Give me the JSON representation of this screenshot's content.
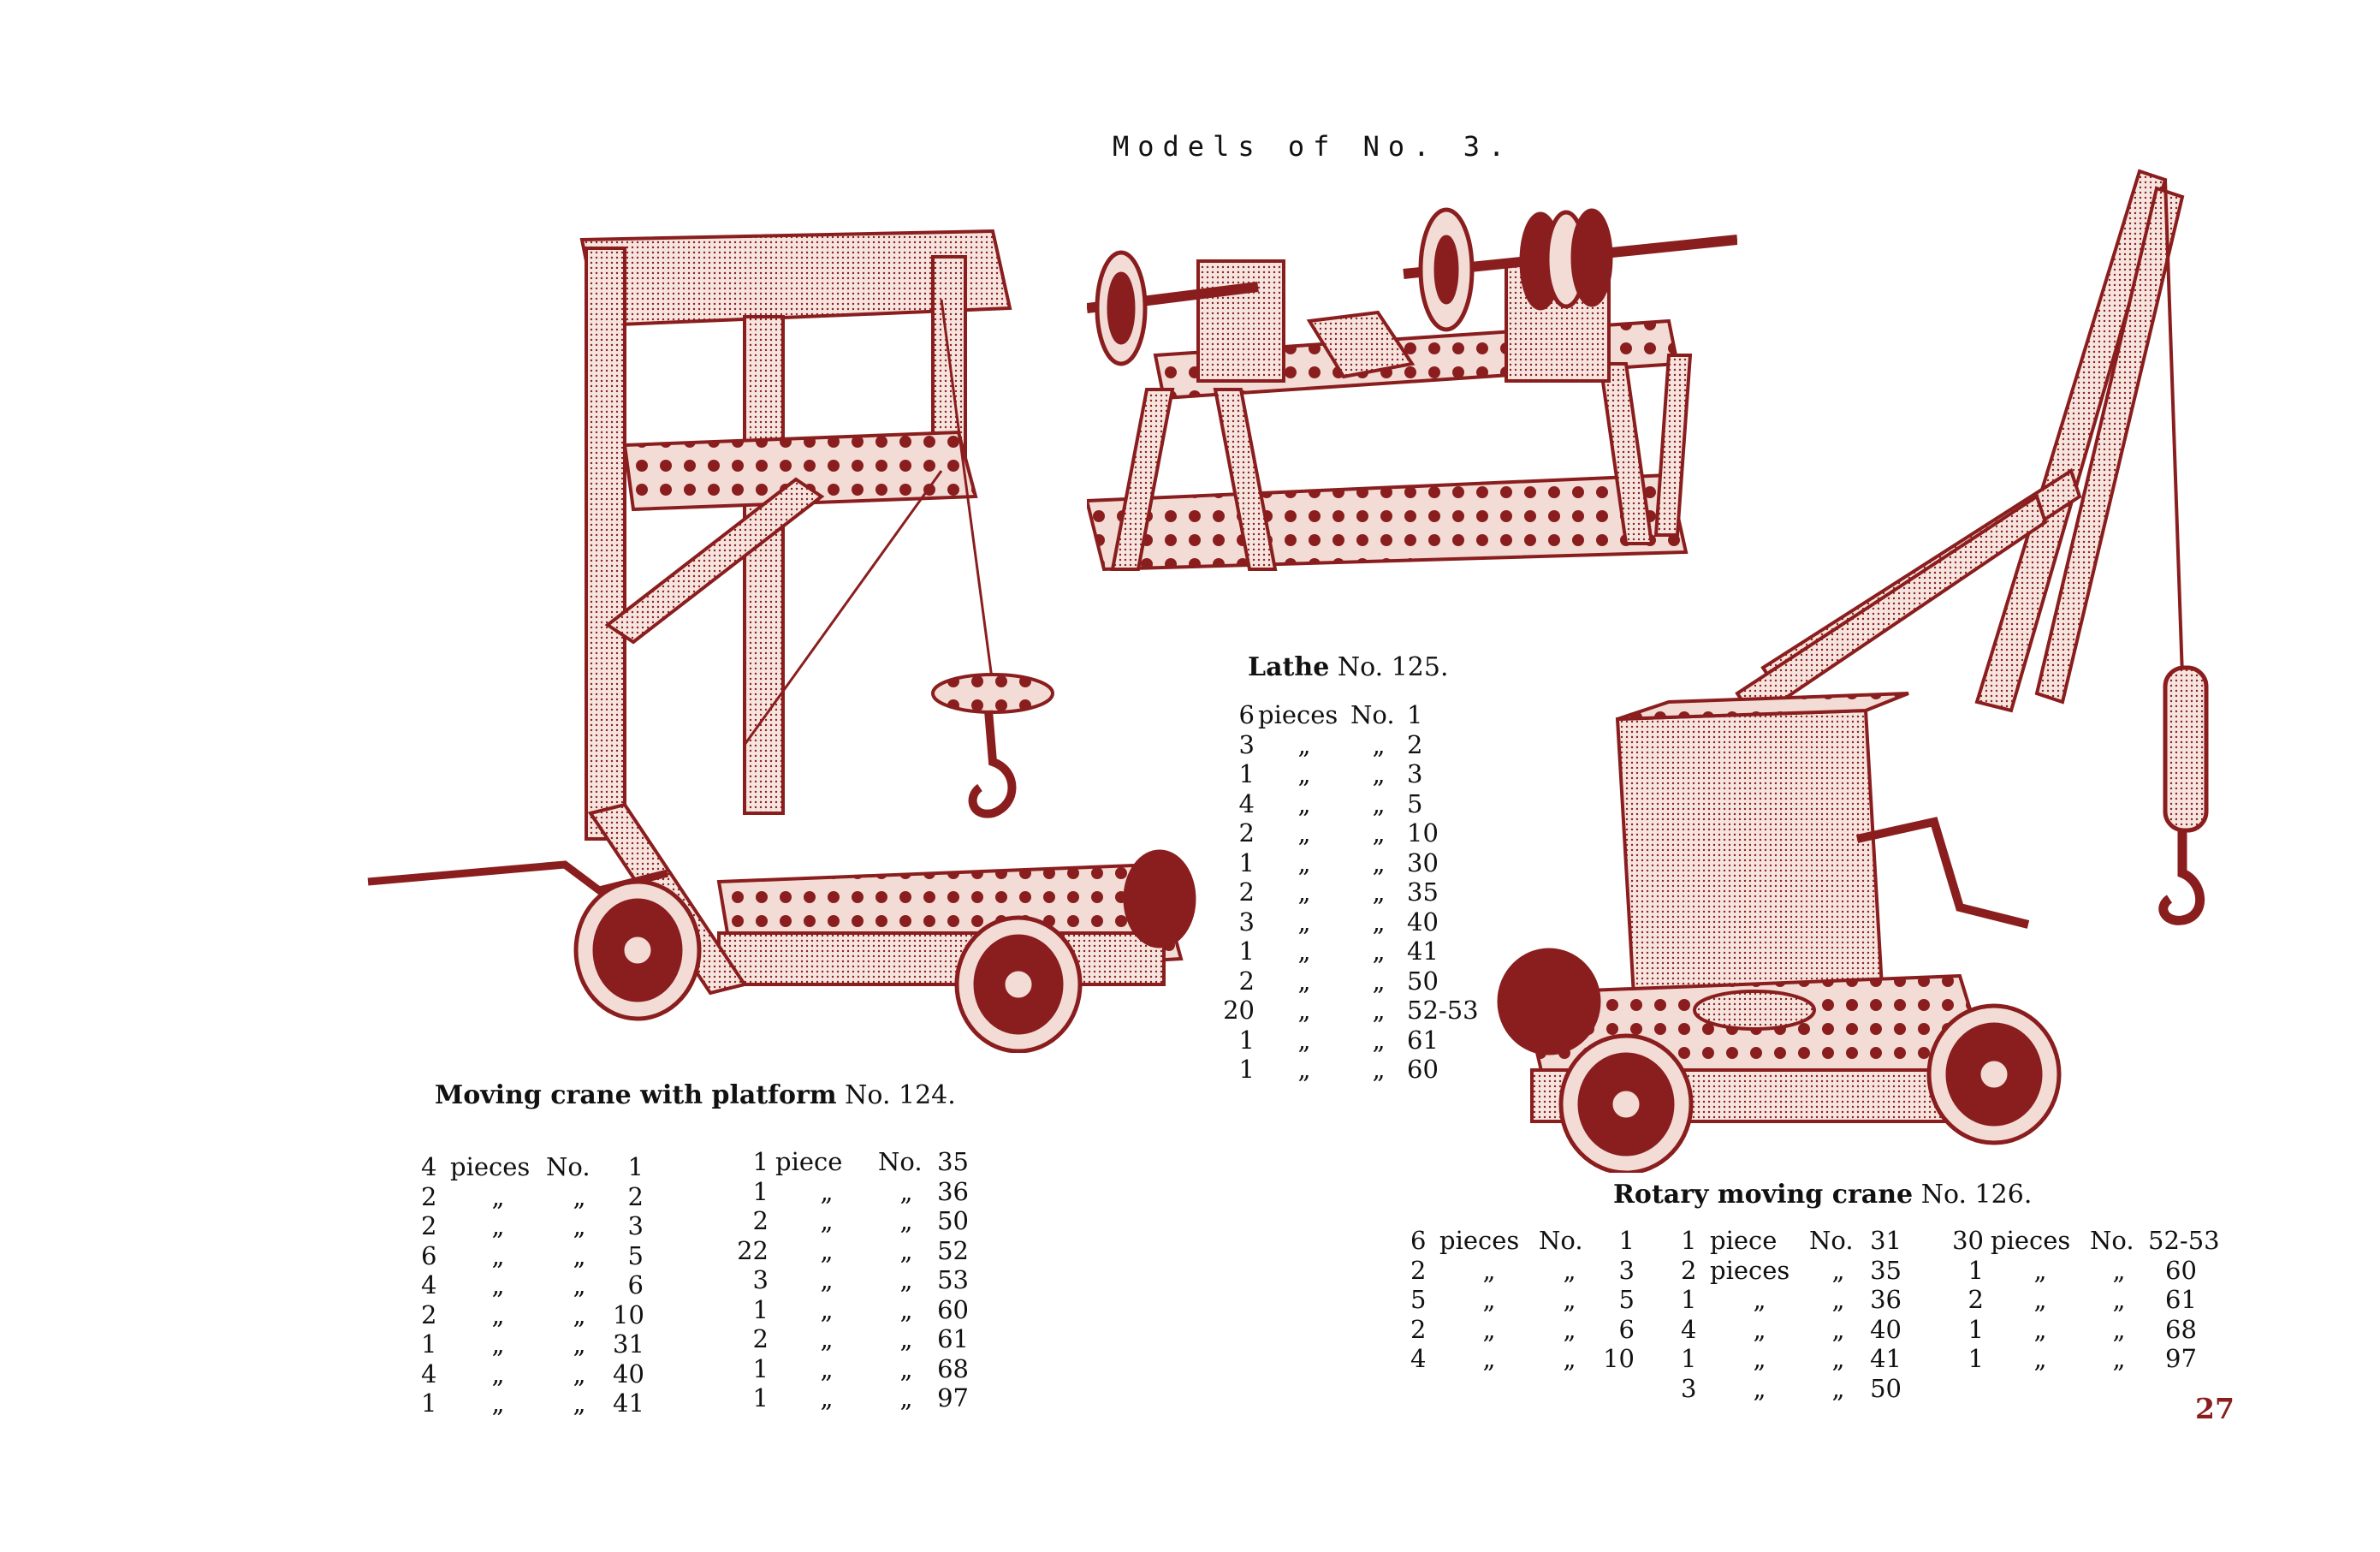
{
  "page": {
    "title": "Models of No. 3.",
    "page_number": "27",
    "ink_color": "#8a1e1e"
  },
  "models": [
    {
      "name": "Moving crane with platform",
      "number": "No. 124.",
      "parts_columns": [
        [
          {
            "qty": "4",
            "unit": "pieces",
            "no_label": "No.",
            "part": "1"
          },
          {
            "qty": "2",
            "unit": "„",
            "no_label": "„",
            "part": "2"
          },
          {
            "qty": "2",
            "unit": "„",
            "no_label": "„",
            "part": "3"
          },
          {
            "qty": "6",
            "unit": "„",
            "no_label": "„",
            "part": "5"
          },
          {
            "qty": "4",
            "unit": "„",
            "no_label": "„",
            "part": "6"
          },
          {
            "qty": "2",
            "unit": "„",
            "no_label": "„",
            "part": "10"
          },
          {
            "qty": "1",
            "unit": "„",
            "no_label": "„",
            "part": "31"
          },
          {
            "qty": "4",
            "unit": "„",
            "no_label": "„",
            "part": "40"
          },
          {
            "qty": "1",
            "unit": "„",
            "no_label": "„",
            "part": "41"
          }
        ],
        [
          {
            "qty": "1",
            "unit": "piece",
            "no_label": "No.",
            "part": "35"
          },
          {
            "qty": "1",
            "unit": "„",
            "no_label": "„",
            "part": "36"
          },
          {
            "qty": "2",
            "unit": "„",
            "no_label": "„",
            "part": "50"
          },
          {
            "qty": "22",
            "unit": "„",
            "no_label": "„",
            "part": "52"
          },
          {
            "qty": "3",
            "unit": "„",
            "no_label": "„",
            "part": "53"
          },
          {
            "qty": "1",
            "unit": "„",
            "no_label": "„",
            "part": "60"
          },
          {
            "qty": "2",
            "unit": "„",
            "no_label": "„",
            "part": "61"
          },
          {
            "qty": "1",
            "unit": "„",
            "no_label": "„",
            "part": "68"
          },
          {
            "qty": "1",
            "unit": "„",
            "no_label": "„",
            "part": "97"
          }
        ]
      ]
    },
    {
      "name": "Lathe",
      "number": "No. 125.",
      "parts_columns": [
        [
          {
            "qty": "6",
            "unit": "pieces",
            "no_label": "No.",
            "part": "1"
          },
          {
            "qty": "3",
            "unit": "„",
            "no_label": "„",
            "part": "2"
          },
          {
            "qty": "1",
            "unit": "„",
            "no_label": "„",
            "part": "3"
          },
          {
            "qty": "4",
            "unit": "„",
            "no_label": "„",
            "part": "5"
          },
          {
            "qty": "2",
            "unit": "„",
            "no_label": "„",
            "part": "10"
          },
          {
            "qty": "1",
            "unit": "„",
            "no_label": "„",
            "part": "30"
          },
          {
            "qty": "2",
            "unit": "„",
            "no_label": "„",
            "part": "35"
          },
          {
            "qty": "3",
            "unit": "„",
            "no_label": "„",
            "part": "40"
          },
          {
            "qty": "1",
            "unit": "„",
            "no_label": "„",
            "part": "41"
          },
          {
            "qty": "2",
            "unit": "„",
            "no_label": "„",
            "part": "50"
          },
          {
            "qty": "20",
            "unit": "„",
            "no_label": "„",
            "part": "52-53"
          },
          {
            "qty": "1",
            "unit": "„",
            "no_label": "„",
            "part": "61"
          },
          {
            "qty": "1",
            "unit": "„",
            "no_label": "„",
            "part": "60"
          }
        ]
      ]
    },
    {
      "name": "Rotary moving crane",
      "number": "No. 126.",
      "parts_columns": [
        [
          {
            "qty": "6",
            "unit": "pieces",
            "no_label": "No.",
            "part": "1"
          },
          {
            "qty": "2",
            "unit": "„",
            "no_label": "„",
            "part": "3"
          },
          {
            "qty": "5",
            "unit": "„",
            "no_label": "„",
            "part": "5"
          },
          {
            "qty": "2",
            "unit": "„",
            "no_label": "„",
            "part": "6"
          },
          {
            "qty": "4",
            "unit": "„",
            "no_label": "„",
            "part": "10"
          }
        ],
        [
          {
            "qty": "1",
            "unit": "piece",
            "no_label": "No.",
            "part": "31"
          },
          {
            "qty": "2",
            "unit": "pieces",
            "no_label": "„",
            "part": "35"
          },
          {
            "qty": "1",
            "unit": "„",
            "no_label": "„",
            "part": "36"
          },
          {
            "qty": "4",
            "unit": "„",
            "no_label": "„",
            "part": "40"
          },
          {
            "qty": "1",
            "unit": "„",
            "no_label": "„",
            "part": "41"
          },
          {
            "qty": "3",
            "unit": "„",
            "no_label": "„",
            "part": "50"
          }
        ],
        [
          {
            "qty": "30",
            "unit": "pieces",
            "no_label": "No.",
            "part": "52-53"
          },
          {
            "qty": "1",
            "unit": "„",
            "no_label": "„",
            "part": "60"
          },
          {
            "qty": "2",
            "unit": "„",
            "no_label": "„",
            "part": "61"
          },
          {
            "qty": "1",
            "unit": "„",
            "no_label": "„",
            "part": "68"
          },
          {
            "qty": "1",
            "unit": "„",
            "no_label": "„",
            "part": "97"
          }
        ]
      ]
    }
  ]
}
